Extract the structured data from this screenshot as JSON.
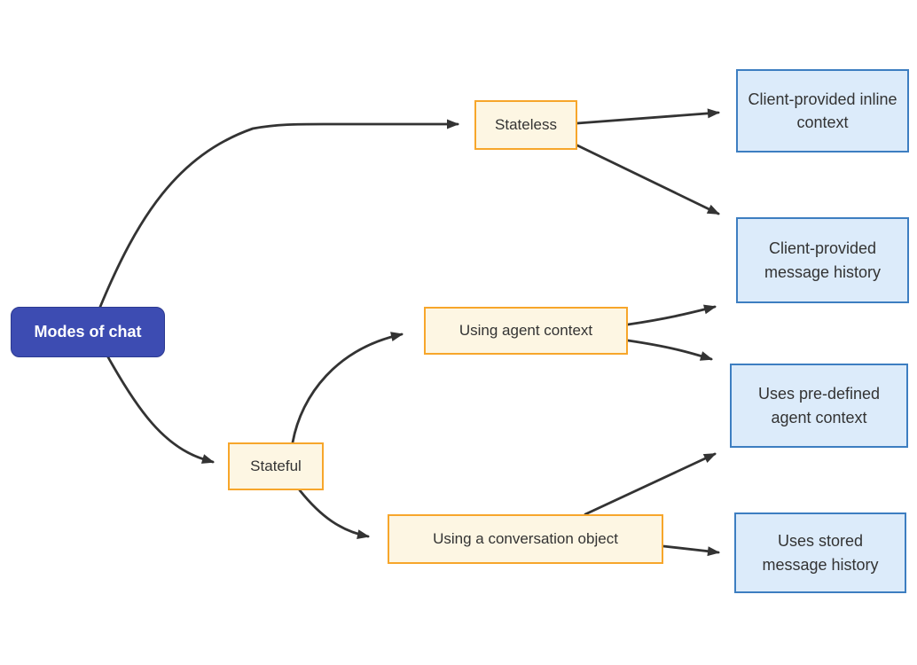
{
  "diagram": {
    "type": "flowchart",
    "direction": "left-to-right",
    "title": "Modes of chat",
    "nodes": {
      "root": {
        "label": "Modes of chat",
        "style": "solid-indigo"
      },
      "stateless": {
        "label": "Stateless",
        "style": "cream-orange"
      },
      "stateful": {
        "label": "Stateful",
        "style": "cream-orange"
      },
      "agent_context": {
        "label": "Using agent context",
        "style": "cream-orange"
      },
      "conversation": {
        "label": "Using a conversation object",
        "style": "cream-orange"
      },
      "inline_context": {
        "label": "Client-provided inline context",
        "style": "light-blue"
      },
      "message_history": {
        "label": "Client-provided message history",
        "style": "light-blue"
      },
      "predefined_context": {
        "label": "Uses pre-defined agent context",
        "style": "light-blue"
      },
      "stored_history": {
        "label": "Uses stored message history",
        "style": "light-blue"
      }
    },
    "edges": [
      {
        "from": "root",
        "to": "stateless"
      },
      {
        "from": "root",
        "to": "stateful"
      },
      {
        "from": "stateless",
        "to": "inline_context"
      },
      {
        "from": "stateless",
        "to": "message_history"
      },
      {
        "from": "stateful",
        "to": "agent_context"
      },
      {
        "from": "stateful",
        "to": "conversation"
      },
      {
        "from": "agent_context",
        "to": "message_history"
      },
      {
        "from": "agent_context",
        "to": "predefined_context"
      },
      {
        "from": "conversation",
        "to": "predefined_context"
      },
      {
        "from": "conversation",
        "to": "stored_history"
      }
    ],
    "colors": {
      "background": "#ffffff",
      "edge": "#333333",
      "root_fill": "#3d4cb2",
      "root_border": "#2b3990",
      "root_text": "#ffffff",
      "branch_fill": "#fdf6e3",
      "branch_border": "#f7a62b",
      "leaf_fill": "#dcebfa",
      "leaf_border": "#3d7ec1",
      "node_text": "#333333"
    }
  }
}
